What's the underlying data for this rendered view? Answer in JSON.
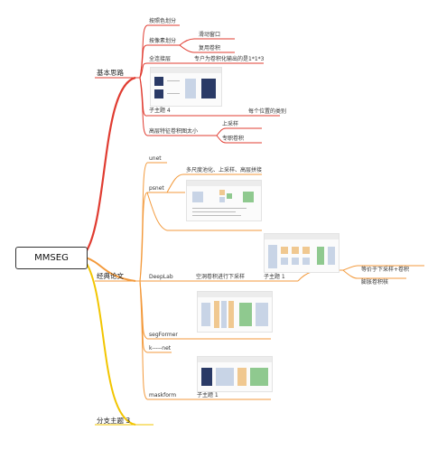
{
  "root": {
    "label": "MMSEG"
  },
  "branches": {
    "basic": {
      "label": "基本思路",
      "items": {
        "step_pixel": "按照色划分",
        "pixel_type": "按像素划分",
        "slide_window": "滑动窗口",
        "reuse_conv": "复用卷积",
        "fc_layer": "全连接层",
        "fc_note": "专户为卷积化输出的是1*1*3",
        "subtopic4": "子主题 4",
        "per_pos_class": "每个位置的类别",
        "feat_size": "高层特征卷积图太小",
        "upsample": "上采样",
        "special_conv": "专职卷积"
      }
    },
    "papers": {
      "label": "经典论文",
      "items": {
        "unet": "unet",
        "psnet": "psnet",
        "psnet_note": "多尺度池化、上采样、高层拼接",
        "deeplab": "DeepLab",
        "deeplab_note": "空洞卷积进行下采样",
        "subtopic1a": "子主题 1",
        "deeplab_eq": "等价于下采样+卷积",
        "dilated": "膨胀卷积核",
        "segformer": "segFormer",
        "knet": "k-----net",
        "maskform": "maskform",
        "subtopic1b": "子主题 1"
      }
    },
    "branch3": {
      "label": "分支主题 3"
    }
  },
  "colors": {
    "red": "#e03c31",
    "orange": "#f39a3c",
    "yellow": "#f2c500"
  }
}
